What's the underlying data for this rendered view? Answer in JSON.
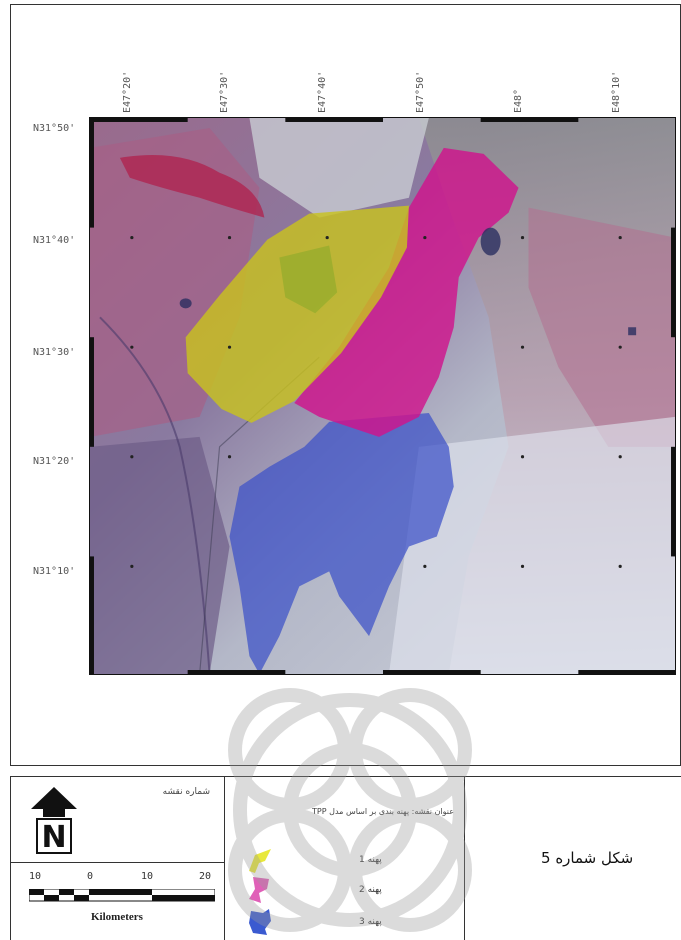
{
  "map": {
    "lon_ticks": [
      "E47°20'",
      "E47°30'",
      "E47°40'",
      "E47°50'",
      "E48°",
      "E48°10'"
    ],
    "lat_ticks": [
      "N31°50'",
      "N31°40'",
      "N31°30'",
      "N31°20'",
      "N31°10'"
    ],
    "zones": [
      {
        "name": "zone-1",
        "color": "#c8c21e"
      },
      {
        "name": "zone-2",
        "color": "#d0148c"
      },
      {
        "name": "zone-3",
        "color": "#3c50c8"
      }
    ]
  },
  "legend_panel": {
    "map_number_label": "شماره نقشه",
    "north_letter": "N",
    "scale": {
      "labels": [
        "10",
        "0",
        "10",
        "20"
      ],
      "units": "Kilometers"
    },
    "title": "عنوان نقشه: پهنه بندی بر اساس مدل TPP",
    "items": [
      {
        "label": "پهنه 1",
        "color": "#e8e83a"
      },
      {
        "label": "پهنه 2",
        "color": "#e060b8"
      },
      {
        "label": "پهنه 3",
        "color": "#3a5ad0"
      }
    ],
    "figure_caption": "شکل شماره 5"
  }
}
